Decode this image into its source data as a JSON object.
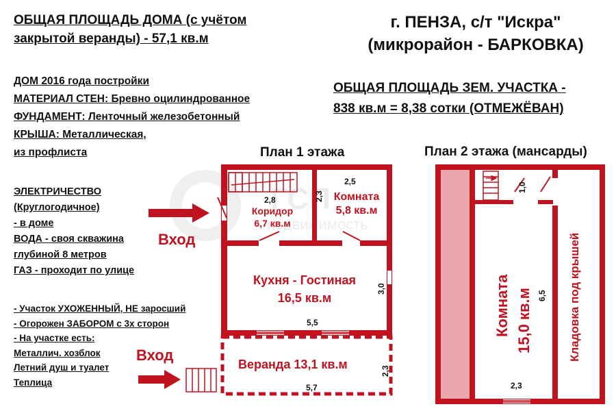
{
  "header": {
    "area_lines": [
      "ОБЩАЯ ПЛОЩАДЬ ДОМА (с учётом",
      "закрытой веранды) - 57,1 кв.м"
    ],
    "city_lines": [
      "г. ПЕНЗА, с/т \"Искра\"",
      "(микрорайон - БАРКОВКА)"
    ],
    "land_lines": [
      "ОБЩАЯ ПЛОЩАДЬ ЗЕМ. УЧАСТКА -",
      "838 кв.м = 8,38 сотки (ОТМЕЖЁВАН)"
    ]
  },
  "house_info": [
    "ДОМ 2016 года постройки",
    "МАТЕРИАЛ СТЕН: Бревно оцилиндрованное",
    "ФУНДАМЕНТ: Ленточный железобетонный",
    "КРЫША: Металлическая,",
    "из профлиста"
  ],
  "utilities": [
    "ЭЛЕКТРИЧЕСТВО",
    "(Круглогодичное)",
    "- в доме",
    "ВОДА - своя скважина",
    "глубиной 8 метров",
    "ГАЗ - проходит по улице"
  ],
  "plot_features": [
    "- Участок УХОЖЕННЫЙ, НЕ заросший",
    "- Огорожен ЗАБОРОМ с 3х сторон",
    "- На участке есть:",
    "Металлич. хозблок",
    "Летний душ и туалет",
    "Теплица"
  ],
  "entrance_label": "Вход",
  "watermark": {
    "brand": "ГСП",
    "sub": "недвижимость"
  },
  "floor1": {
    "title": "План 1 этажа",
    "corridor": {
      "name": "Коридор",
      "area": "6,7 кв.м",
      "dim": "2,8"
    },
    "small_room": {
      "name": "Комната",
      "area": "5,8 кв.м",
      "dim_top": "2,5",
      "dim_side": "2,3"
    },
    "kitchen": {
      "name": "Кухня - Гостиная",
      "area": "16,5 кв.м",
      "dim_side": "3,0",
      "dim_bottom": "5,5"
    },
    "veranda": {
      "name": "Веранда 13,1 кв.м",
      "dim_side": "2,3",
      "dim_bottom": "5,7"
    }
  },
  "floor2": {
    "title": "План 2 этажа (мансарды)",
    "room": {
      "name": "Комната",
      "area": "15,0 кв.м",
      "dim_side": "6,5",
      "dim_bottom": "2,3"
    },
    "stair_dim": "1,0",
    "storage": "Кладовка под крышей"
  },
  "colors": {
    "accent": "#c1121f",
    "wall": "#c1121f",
    "shade": "#eba7ae"
  }
}
